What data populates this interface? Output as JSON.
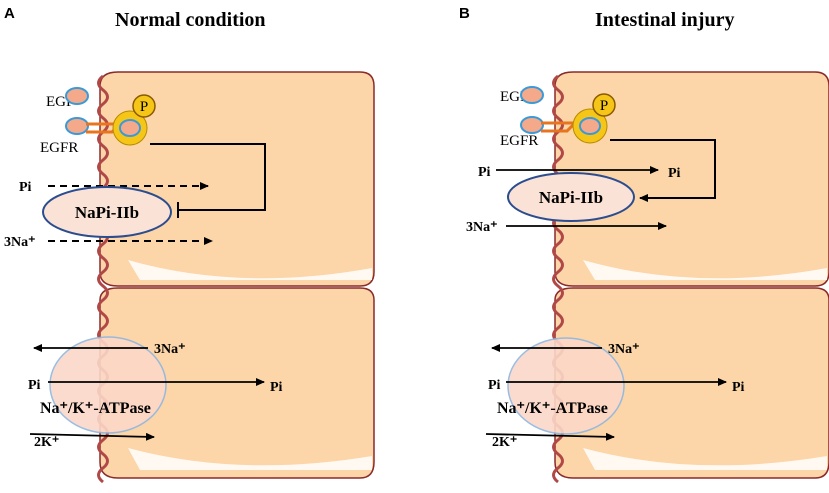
{
  "colors": {
    "cell_fill": "#fcd5a8",
    "cell_stroke": "#8a2a2a",
    "membrane": "#b04848",
    "receptor_orange": "#e8741e",
    "ligand_fill": "#f4a98a",
    "ligand_ring": "#3a9ad8",
    "phospho_fill": "#f5c518",
    "transporter_fill": "#fbe2d6",
    "transporter_stroke": "#2b4d8f",
    "atpase_fill": "#fbd8c8",
    "atpase_stroke": "#8fb6e0"
  },
  "panel_a": {
    "letter": "A",
    "title": "Normal condition",
    "egf": "EGF",
    "egfr": "EGFR",
    "phospho": "P",
    "pi_in": "Pi",
    "transporter": "NaPi-IIb",
    "na_in": "3Na⁺",
    "na_out": "3Na⁺",
    "pi_left": "Pi",
    "pi_right": "Pi",
    "atpase": "Na⁺/K⁺-ATPase",
    "k_in": "2K⁺"
  },
  "panel_b": {
    "letter": "B",
    "title": "Intestinal injury",
    "egf": "EGF",
    "egfr": "EGFR",
    "phospho": "P",
    "pi_left_top": "Pi",
    "pi_right_top": "Pi",
    "transporter": "NaPi-IIb",
    "na_in": "3Na⁺",
    "na_out": "3Na⁺",
    "pi_left": "Pi",
    "pi_right": "Pi",
    "atpase": "Na⁺/K⁺-ATPase",
    "k_in": "2K⁺"
  }
}
